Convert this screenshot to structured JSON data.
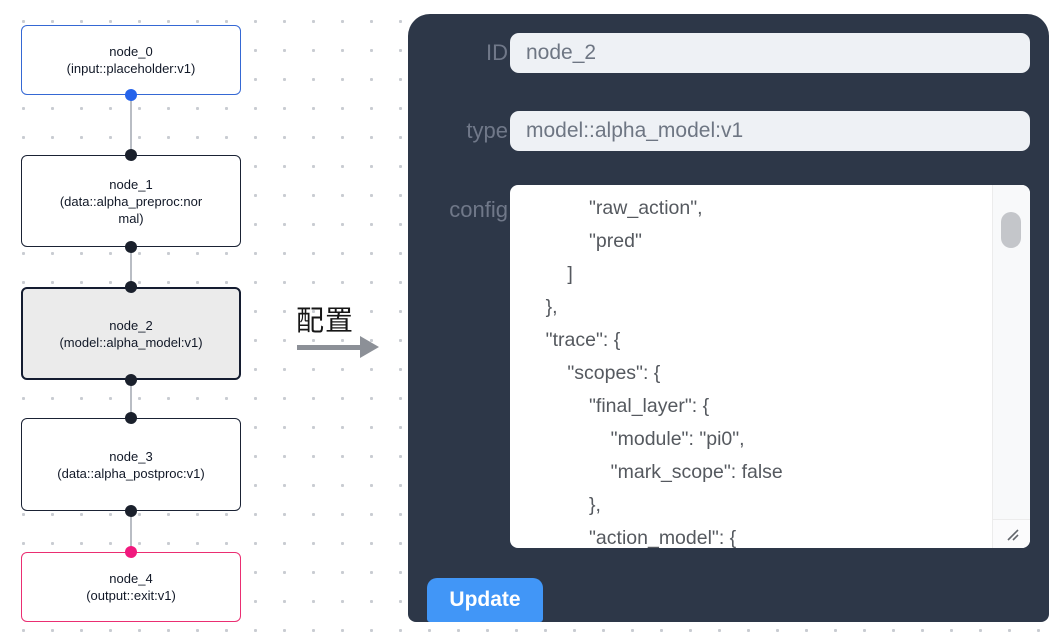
{
  "canvas": {
    "nodes": [
      {
        "id": "node_0",
        "label": "node_0",
        "sublabel": "(input::placeholder:v1)",
        "variant": "input"
      },
      {
        "id": "node_1",
        "label": "node_1",
        "sublabel": "(data::alpha_preproc:normal)",
        "variant": "default"
      },
      {
        "id": "node_2",
        "label": "node_2",
        "sublabel": "(model::alpha_model:v1)",
        "variant": "selected"
      },
      {
        "id": "node_3",
        "label": "node_3",
        "sublabel": "(data::alpha_postproc:v1)",
        "variant": "default"
      },
      {
        "id": "node_4",
        "label": "node_4",
        "sublabel": "(output::exit:v1)",
        "variant": "output"
      }
    ],
    "edges": [
      "node_0->node_1",
      "node_1->node_2",
      "node_2->node_3",
      "node_3->node_4"
    ]
  },
  "annotation": {
    "label": "配置"
  },
  "panel": {
    "fields": [
      {
        "label": "ID",
        "value": "node_2"
      },
      {
        "label": "type",
        "value": "model::alpha_model:v1"
      }
    ],
    "config_label": "config",
    "config_text": "            \"raw_action\",\n            \"pred\"\n        ]\n    },\n    \"trace\": {\n        \"scopes\": {\n            \"final_layer\": {\n                \"module\": \"pi0\",\n                \"mark_scope\": false\n            },\n            \"action_model\": {",
    "update_label": "Update"
  },
  "colors": {
    "panel_bg": "#2d3748",
    "input_bg": "#eef1f5",
    "button_bg": "#4196f7",
    "input_node_border": "#3568d4",
    "output_node_border": "#ea2e72",
    "selected_node_bg": "#ebebeb",
    "handle_dark": "#1a202c",
    "handle_blue": "#2563eb",
    "handle_pink": "#f1197e",
    "edge_gray": "#b9bdc4"
  }
}
